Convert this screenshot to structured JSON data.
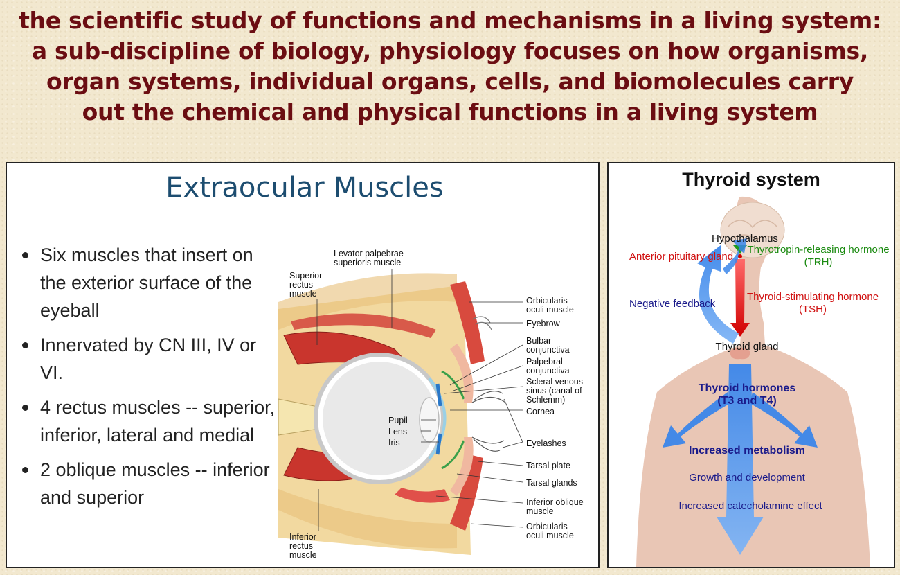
{
  "header": {
    "lines": [
      "the scientific study of functions and mechanisms in a living system:",
      "a sub-discipline of biology, physiology focuses on how organisms,",
      "organ systems, individual organs, cells, and biomolecules carry",
      "out the chemical and physical functions in a living system"
    ]
  },
  "colors": {
    "header_text": "#6b0d12",
    "slide_title": "#1d4d70",
    "muscle_red": "#c9352d",
    "arrow_blue": "#4a90e8",
    "arrow_red": "#e01818",
    "body_skin": "#e9c6b5",
    "label_red": "#d01010",
    "label_green": "#1a8a10",
    "label_blue": "#1a1a8a"
  },
  "left_panel": {
    "title": "Extraocular Muscles",
    "bullets": [
      "Six muscles that insert on the exterior surface of the eyeball",
      "Innervated by CN III, IV or VI.",
      "4 rectus muscles -- superior, inferior, lateral and medial",
      "2 oblique muscles -- inferior and superior"
    ],
    "labels": {
      "levator": "Levator palpebrae\nsuperioris muscle",
      "superior_rectus": "Superior\nrectus\nmuscle",
      "orbicularis_top": "Orbicularis\noculi muscle",
      "eyebrow": "Eyebrow",
      "bulbar": "Bulbar\nconjunctiva",
      "palpebral": "Palpebral\nconjunctiva",
      "scleral": "Scleral venous\nsinus (canal of\nSchlemm)",
      "cornea": "Cornea",
      "pupil": "Pupil",
      "lens": "Lens",
      "iris": "Iris",
      "eyelashes": "Eyelashes",
      "tarsal_plate": "Tarsal plate",
      "tarsal_glands": "Tarsal glands",
      "inferior_oblique": "Inferior oblique\nmuscle",
      "orbicularis_bottom": "Orbicularis\noculi muscle",
      "inferior_rectus": "Inferior\nrectus\nmuscle"
    }
  },
  "right_panel": {
    "title": "Thyroid system",
    "hypothalamus": "Hypothalamus",
    "anterior_pituitary": "Anterior pituitary gland",
    "trh": "Thyrotropin-releasing hormone\n(TRH)",
    "negative_feedback": "Negative feedback",
    "tsh": "Thyroid-stimulating hormone\n(TSH)",
    "thyroid_gland": "Thyroid gland",
    "thyroid_hormones": "Thyroid hormones\n(T3 and T4)",
    "increased_metabolism": "Increased metabolism",
    "growth": "Growth and development",
    "catecholamine": "Increased catecholamine effect"
  }
}
